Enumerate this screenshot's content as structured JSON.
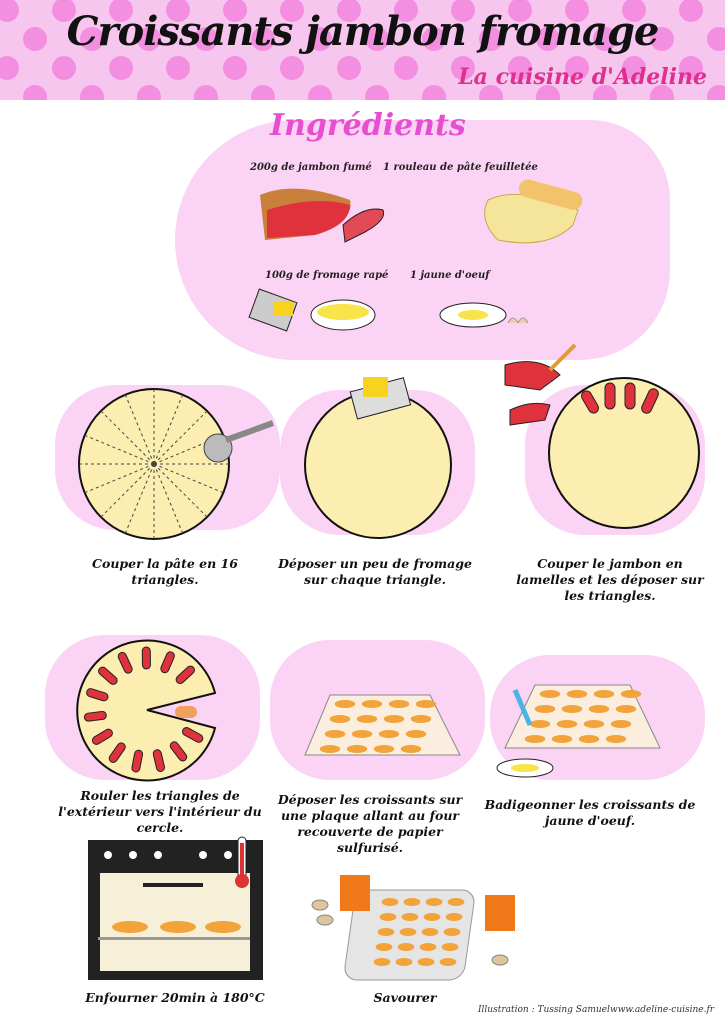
{
  "header": {
    "title": "Croissants jambon fromage",
    "subtitle": "La cuisine d'Adeline"
  },
  "ingredients": {
    "title": "Ingrédients",
    "items": [
      {
        "label": "200g de jambon fumé",
        "icon": "ham-icon"
      },
      {
        "label": "1 rouleau de pâte feuilletée",
        "icon": "pastry-roll-icon"
      },
      {
        "label": "100g de fromage rapé",
        "icon": "grated-cheese-icon"
      },
      {
        "label": "1 jaune d'oeuf",
        "icon": "egg-yolk-icon"
      }
    ]
  },
  "steps": [
    {
      "caption": "Couper la pâte en 16 triangles."
    },
    {
      "caption": "Déposer un peu de fromage sur chaque triangle."
    },
    {
      "caption": "Couper le jambon en lamelles et les déposer sur les triangles."
    },
    {
      "caption": "Rouler les triangles de l'extérieur vers l'intérieur du cercle."
    },
    {
      "caption": "Déposer les croissants sur une plaque allant au four recouverte de papier sulfurisé."
    },
    {
      "caption": "Badigeonner les croissants de jaune d'oeuf."
    },
    {
      "caption": "Enfourner 20min à 180°C"
    },
    {
      "caption": "Savourer"
    }
  ],
  "footer": {
    "credit": "Illustration : Tussing Samuel",
    "website": "www.adeline-cuisine.fr"
  },
  "colors": {
    "pink": "#f7c6ee",
    "dots": "#f48ee0",
    "accent": "#e0308f",
    "pastry": "#fbeeb0",
    "ham": "#e0323c"
  }
}
